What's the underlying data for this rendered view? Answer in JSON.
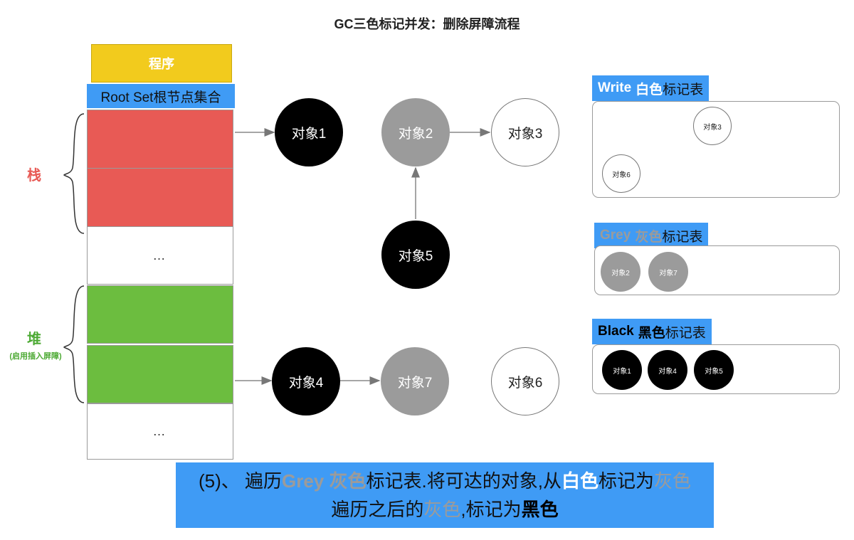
{
  "title": "GC三色标记并发：删除屏障流程",
  "memory": {
    "program": "程序",
    "root_set": "Root Set根节点集合",
    "ellipsis_1": "…",
    "ellipsis_2": "…",
    "stack_label": "栈",
    "heap_label": "堆",
    "heap_sub": "(启用插入屏障)"
  },
  "objects": {
    "obj1": "对象1",
    "obj2": "对象2",
    "obj3": "对象3",
    "obj5": "对象5",
    "obj4": "对象4",
    "obj7": "对象7",
    "obj6": "对象6"
  },
  "tables": {
    "white": {
      "en": "Write",
      "cn_color": "白色",
      "suffix": "标记表",
      "items": [
        "对象3",
        "对象6"
      ]
    },
    "grey": {
      "en": "Grey",
      "cn_color": "灰色",
      "suffix": "标记表",
      "items": [
        "对象2",
        "对象7"
      ]
    },
    "black": {
      "en": "Black",
      "cn_color": "黑色",
      "suffix": "标记表",
      "items": [
        "对象1",
        "对象4",
        "对象5"
      ]
    }
  },
  "caption": {
    "l1_a": "(5)、 遍历",
    "l1_b": "Grey 灰色",
    "l1_c": "标记表.将可达的对象,从",
    "l1_d": "白色",
    "l1_e": "标记为",
    "l1_f": "灰色",
    "l2_a": "遍历之后的",
    "l2_b": "灰色",
    "l2_c": ",标记为",
    "l2_d": "黑色"
  },
  "colors": {
    "program_yellow": "#f2cb1d",
    "accent_blue": "#3f9bf5",
    "stack_red": "#e85a55",
    "heap_green": "#6cbd3f",
    "grey": "#9b9b9b",
    "black": "#000000",
    "white": "#ffffff"
  }
}
